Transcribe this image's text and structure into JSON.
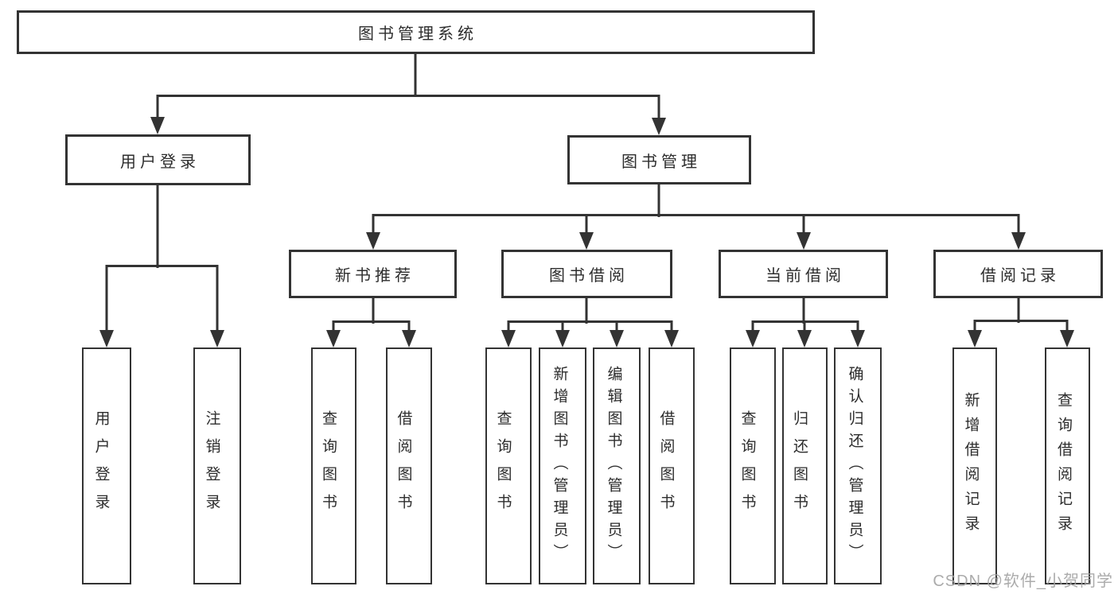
{
  "diagram": {
    "type": "hierarchy-tree",
    "root": {
      "label": "图书管理系统",
      "children": [
        {
          "label": "用户登录",
          "children": [
            {
              "label": "用户登录"
            },
            {
              "label": "注销登录"
            }
          ]
        },
        {
          "label": "图书管理",
          "children": [
            {
              "label": "新书推荐",
              "children": [
                {
                  "label": "查询图书"
                },
                {
                  "label": "借阅图书"
                }
              ]
            },
            {
              "label": "图书借阅",
              "children": [
                {
                  "label": "查询图书"
                },
                {
                  "label": "新增图书（管理员）"
                },
                {
                  "label": "编辑图书（管理员）"
                },
                {
                  "label": "借阅图书"
                }
              ]
            },
            {
              "label": "当前借阅",
              "children": [
                {
                  "label": "查询图书"
                },
                {
                  "label": "归还图书"
                },
                {
                  "label": "确认归还（管理员）"
                }
              ]
            },
            {
              "label": "借阅记录",
              "children": [
                {
                  "label": "新增借阅记录"
                },
                {
                  "label": "查询借阅记录"
                }
              ]
            }
          ]
        }
      ]
    }
  },
  "watermark": {
    "text": "CSDN @软件_小贺同学"
  },
  "colors": {
    "line": "#333333",
    "text": "#2d2d2d",
    "watermark": "#a3a3a3",
    "background": "#ffffff"
  }
}
